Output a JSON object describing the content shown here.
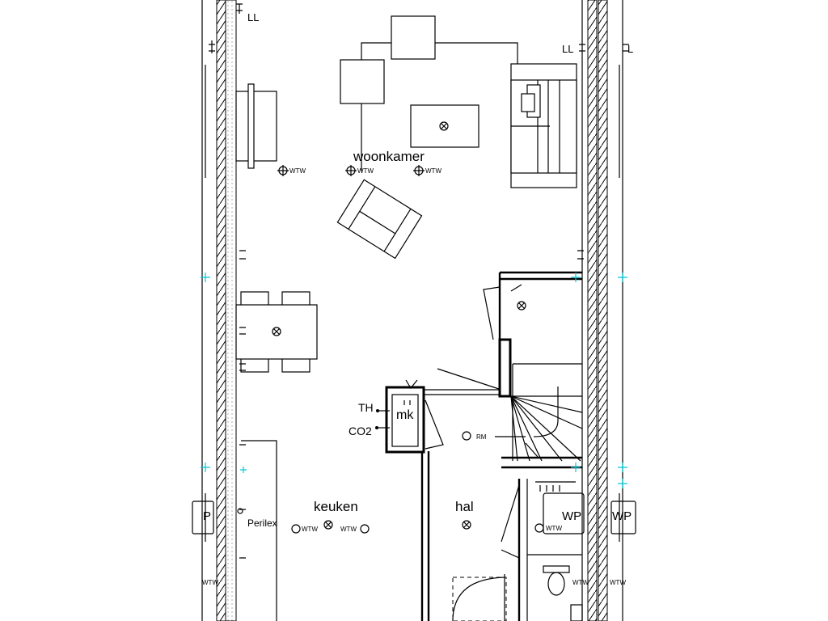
{
  "rooms": {
    "living": "woonkamer",
    "kitchen": "keuken",
    "hall": "hal"
  },
  "labels": {
    "ll": "LL",
    "wtw": "WTW",
    "th": "TH",
    "co2": "CO2",
    "meter_cupboard": "mk",
    "smoke_detector": "RM",
    "perilex": "Perilex",
    "heat_pump": "WP",
    "p_partial": "P",
    "l_partial": "L"
  },
  "colors": {
    "lines": "#000000",
    "grid_markers": "#00c8d8",
    "background": "#ffffff"
  }
}
